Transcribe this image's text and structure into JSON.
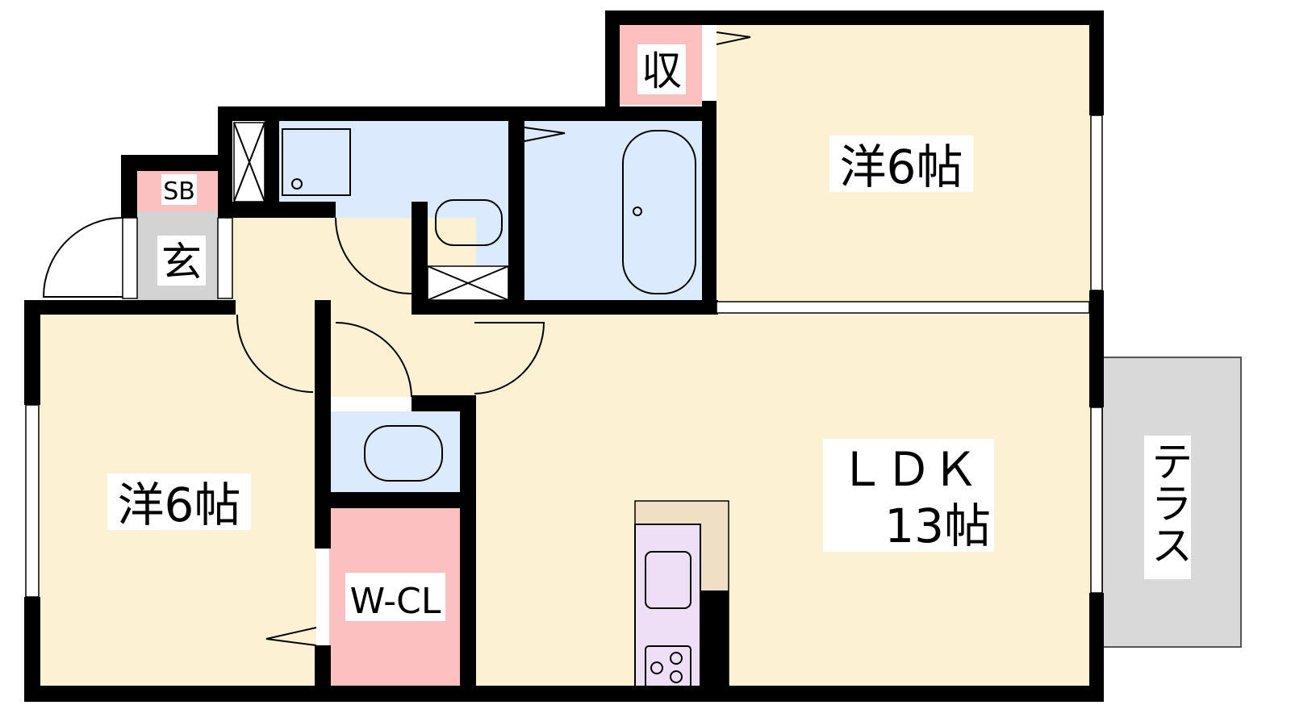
{
  "rooms": {
    "western_room_north": {
      "label": "洋6帖"
    },
    "western_room_west": {
      "label": "洋6帖"
    },
    "ldk": {
      "label_line1": "ＬＤＫ",
      "label_line2": "13帖"
    },
    "storage": {
      "label": "収"
    },
    "shoe_box": {
      "label": "SB"
    },
    "entrance": {
      "label": "玄"
    },
    "walk_in_closet": {
      "label": "W-CL"
    },
    "terrace": {
      "label": "テラス"
    }
  },
  "colors": {
    "room": "#fdf1d3",
    "wet": "#dbebfd",
    "storage": "#fdc0c0",
    "entrance": "#d3d3d3",
    "terrace": "#d9d9d9",
    "kitchen": "#efdff6",
    "counter": "#efdfc5"
  }
}
